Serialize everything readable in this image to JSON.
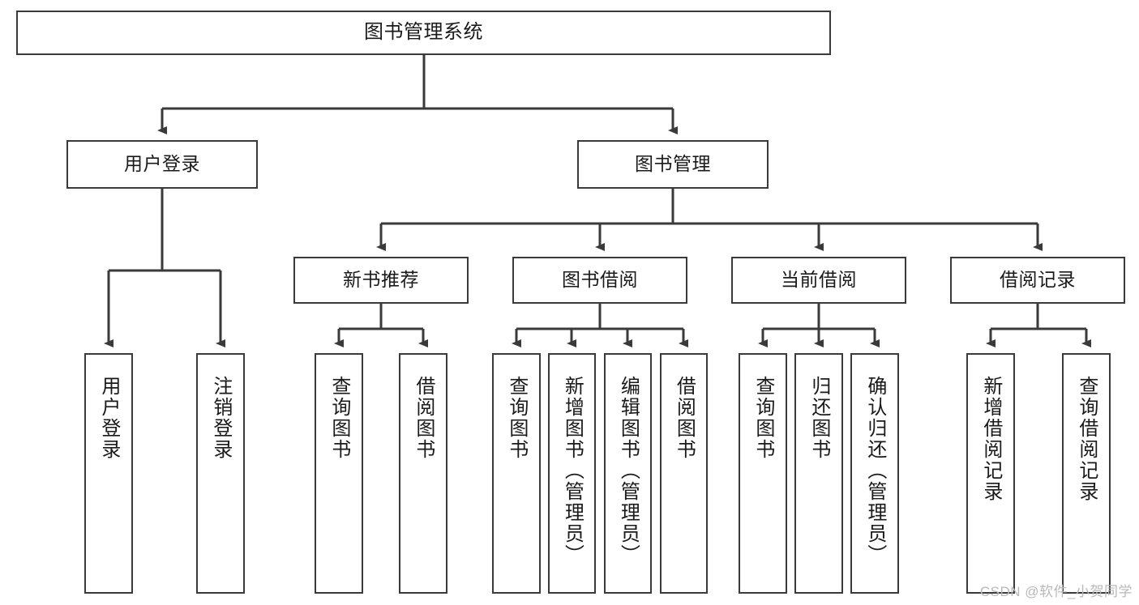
{
  "diagram": {
    "title": "图书管理系统",
    "type": "hierarchy-tree",
    "watermark": "CSDN @软件_小贺同学",
    "colors": {
      "box_border": "#3a3a3a",
      "box_fill": "#ffffff",
      "connector": "#3a3a3a",
      "text": "#1a1a1a",
      "watermark": "#b9b9b9",
      "background": "#ffffff"
    },
    "levels": {
      "root": {
        "label": "图书管理系统"
      },
      "level2": [
        {
          "label": "用户登录"
        },
        {
          "label": "图书管理"
        }
      ],
      "level3": [
        {
          "label": "新书推荐"
        },
        {
          "label": "图书借阅"
        },
        {
          "label": "当前借阅"
        },
        {
          "label": "借阅记录"
        }
      ],
      "leaves": {
        "user_login": [
          {
            "label": "用户登录"
          },
          {
            "label": "注销登录"
          }
        ],
        "new_book_recommend": [
          {
            "label": "查询图书"
          },
          {
            "label": "借阅图书"
          }
        ],
        "book_borrow": [
          {
            "label": "查询图书"
          },
          {
            "label": "新增图书（管理员）"
          },
          {
            "label": "编辑图书（管理员）"
          },
          {
            "label": "借阅图书"
          }
        ],
        "current_borrow": [
          {
            "label": "查询图书"
          },
          {
            "label": "归还图书"
          },
          {
            "label": "确认归还（管理员）"
          }
        ],
        "borrow_record": [
          {
            "label": "新增借阅记录"
          },
          {
            "label": "查询借阅记录"
          }
        ]
      }
    }
  }
}
